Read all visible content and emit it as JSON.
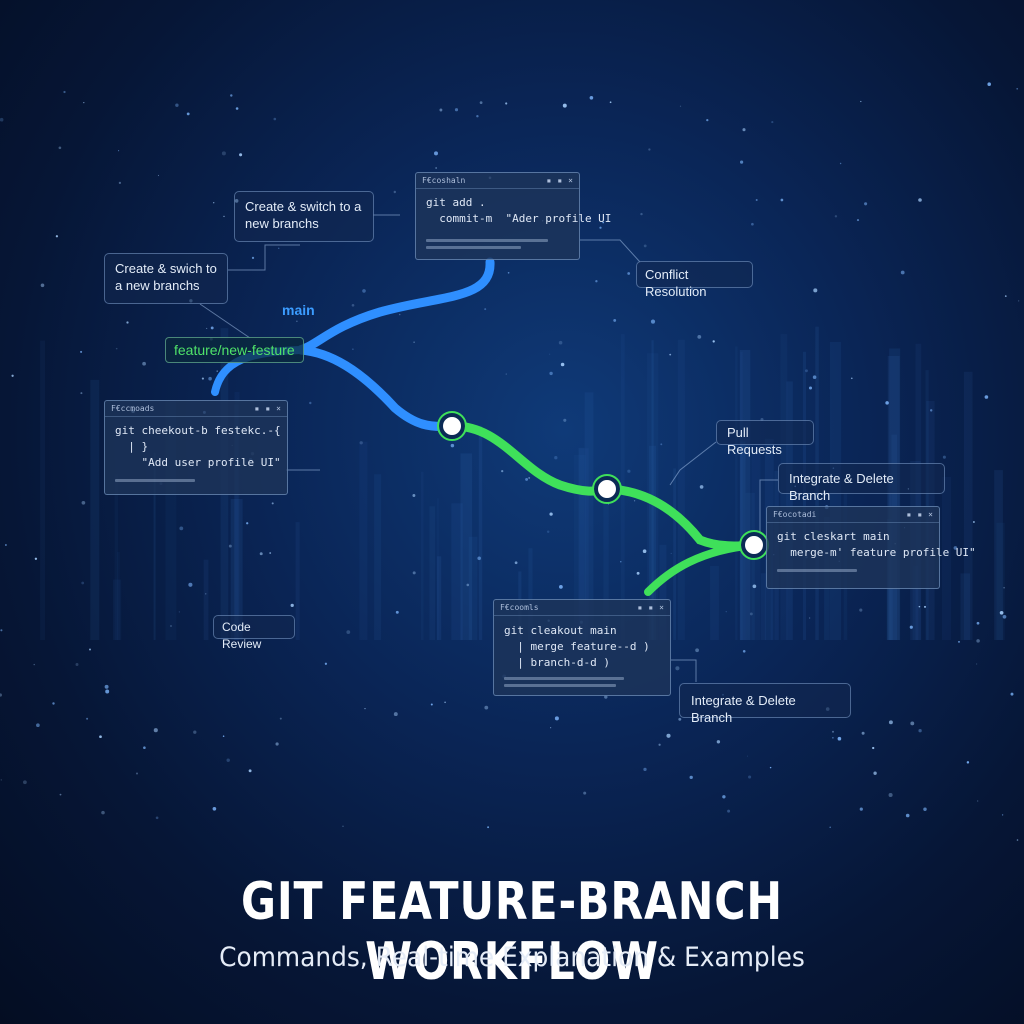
{
  "colors": {
    "main_branch": "#2f8fff",
    "feature_branch": "#3fe05a",
    "background": "#0a2556"
  },
  "labels": {
    "create_switch_1": "Create & switch to a new branchs",
    "create_switch_2": "Create & swich to a new branchs",
    "conflict_resolution": "Conflict Resolution",
    "pull_requests": "Pull Requests",
    "integrate_delete_1": "Integrate & Delete Branch",
    "integrate_delete_2": "Integrate & Delete Branch",
    "code_review": "Code Review"
  },
  "branches": {
    "main": "main",
    "feature": "feature/new-festure"
  },
  "terminals": {
    "t1": {
      "title": "F€coshaln",
      "lines": [
        "git add .",
        "  commit-m  \"Ader profile UI"
      ]
    },
    "t2": {
      "title": "F€ccmoads",
      "lines": [
        "git cheekout-b festekc.-{",
        "  | }",
        "    \"Add user profile UI\""
      ]
    },
    "t3": {
      "title": "F€ocotadi",
      "lines": [
        "git cleskart main",
        "  merge-m' feature profile UI\""
      ]
    },
    "t4": {
      "title": "F€coomls",
      "lines": [
        "git cleakout main",
        "  | merge feature--d )",
        "  | branch-d-d )"
      ]
    }
  },
  "title": "GIT FEATURE-BRANCH WORKFLOW",
  "subtitle": "Commands, Real-time Explanation & Examples"
}
